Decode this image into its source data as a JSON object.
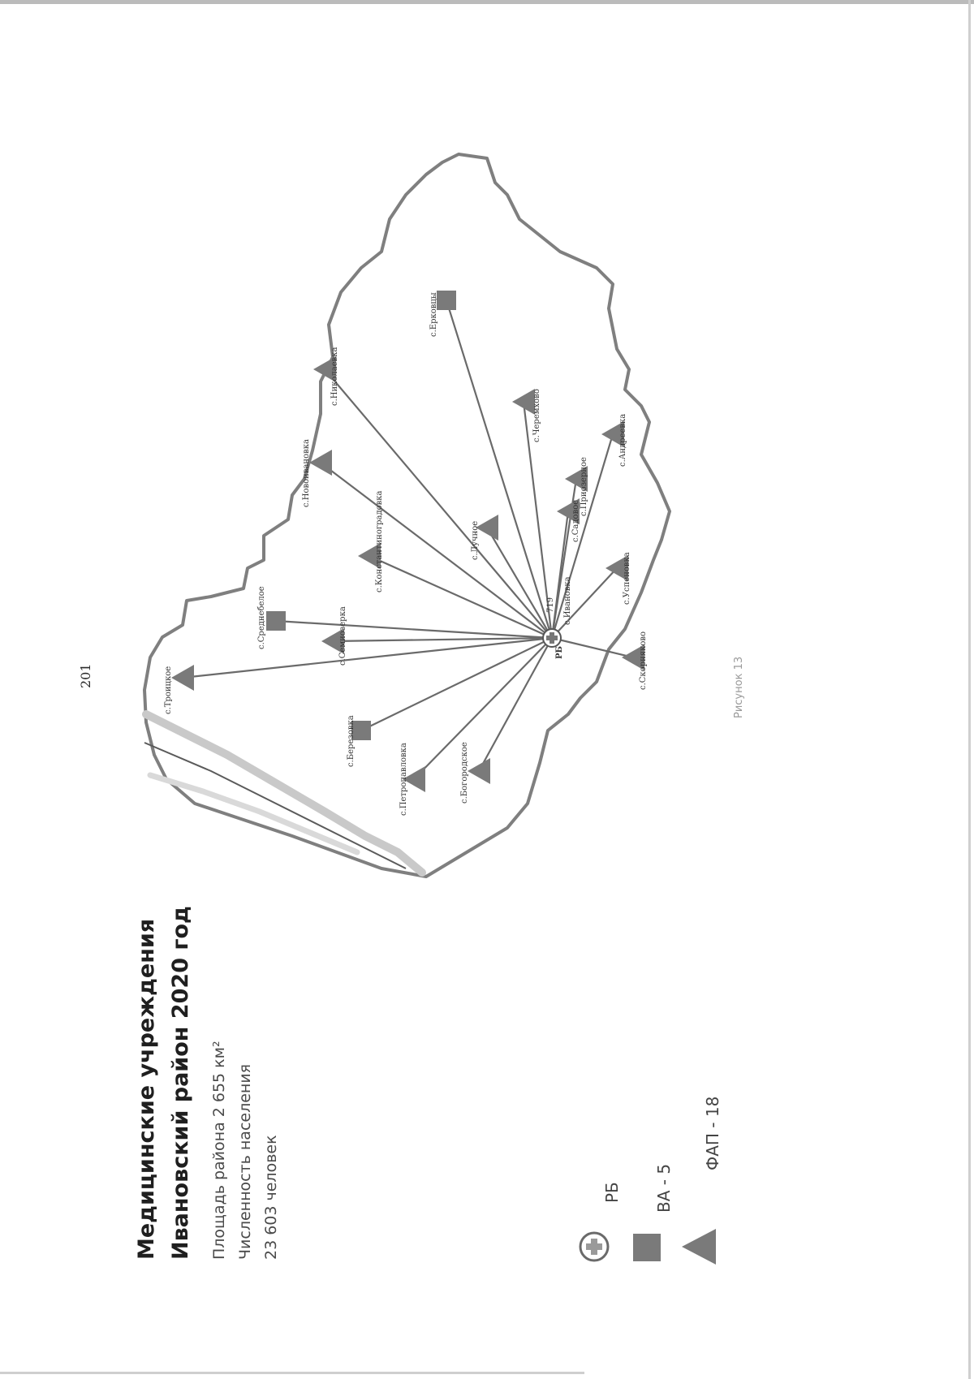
{
  "page_number": "201",
  "title": {
    "line1": "Медицинские учреждения",
    "line2": "Ивановский район 2020 год"
  },
  "info": {
    "area": "Площадь района 2 655 км²",
    "population_label": "Численность населения",
    "population_value": "23 603 человек"
  },
  "legend": [
    {
      "symbol": "rb-icon",
      "label": "РБ"
    },
    {
      "symbol": "square-icon",
      "label": "ВА - 5"
    },
    {
      "symbol": "triangle-icon",
      "label": "ФАП - 18"
    }
  ],
  "map": {
    "hub_label": "РБ",
    "hub_number": "719",
    "facilities": [
      {
        "name": "с.Троицкое",
        "type": "ФАП"
      },
      {
        "name": "с.Среднебелое",
        "type": "ВА"
      },
      {
        "name": "с.Семиозерка",
        "type": "ФАП"
      },
      {
        "name": "с.Николаевка",
        "type": "ФАП"
      },
      {
        "name": "с.Березовка",
        "type": "ВА"
      },
      {
        "name": "с.Петропавловка",
        "type": "ФАП"
      },
      {
        "name": "с.Богородское",
        "type": "ФАП"
      },
      {
        "name": "с.Новоивановка",
        "type": "ФАП"
      },
      {
        "name": "с.Константиноградовка",
        "type": "ФАП"
      },
      {
        "name": "с.Лучное",
        "type": "ФАП"
      },
      {
        "name": "с.Ерковцы",
        "type": "ВА"
      },
      {
        "name": "с.Андреевка",
        "type": "ФАП"
      },
      {
        "name": "с.Успеновка",
        "type": "ФАП"
      },
      {
        "name": "с.Скорняково",
        "type": "ФАП"
      },
      {
        "name": "с.Приозерное",
        "type": "ФАП"
      },
      {
        "name": "с.Садовое",
        "type": "ФАП"
      },
      {
        "name": "с.Черемхово",
        "type": "ФАП"
      },
      {
        "name": "с.Ивановка",
        "type": "РБ"
      }
    ]
  },
  "caption": "Рисунок 13",
  "colors": {
    "marker": "#7a7a7a",
    "line": "#6a6a6a",
    "border": "#7f7f7f",
    "river": "#c9c9c9"
  }
}
